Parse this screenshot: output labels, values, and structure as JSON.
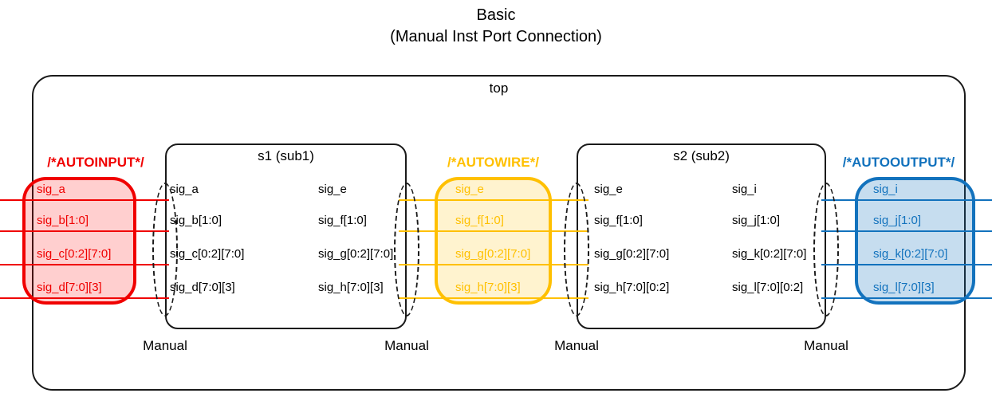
{
  "diagram_title": {
    "line1": "Basic",
    "line2": "(Manual Inst Port Connection)"
  },
  "top_container": {
    "label": "top"
  },
  "modules": [
    {
      "title": "s1 (sub1)",
      "ports_left": [
        "sig_a",
        "sig_b[1:0]",
        "sig_c[0:2][7:0]",
        "sig_d[7:0][3]"
      ],
      "ports_right": [
        "sig_e",
        "sig_f[1:0]",
        "sig_g[0:2][7:0]",
        "sig_h[7:0][3]"
      ]
    },
    {
      "title": "s2 (sub2)",
      "ports_left": [
        "sig_e",
        "sig_f[1:0]",
        "sig_g[0:2][7:0]",
        "sig_h[7:0][0:2]"
      ],
      "ports_right": [
        "sig_i",
        "sig_j[1:0]",
        "sig_k[0:2][7:0]",
        "sig_l[7:0][0:2]"
      ]
    }
  ],
  "auto_blocks": [
    {
      "label": "/*AUTOINPUT*/",
      "accent_color": "#F00000",
      "signals": [
        "sig_a",
        "sig_b[1:0]",
        "sig_c[0:2][7:0]",
        "sig_d[7:0][3]"
      ]
    },
    {
      "label": "/*AUTOWIRE*/",
      "accent_color": "#FFC000",
      "signals": [
        "sig_e",
        "sig_f[1:0]",
        "sig_g[0:2][7:0]",
        "sig_h[7:0][3]"
      ]
    },
    {
      "label": "/*AUTOOUTPUT*/",
      "accent_color": "#1272BD",
      "signals": [
        "sig_i",
        "sig_j[1:0]",
        "sig_k[0:2][7:0]",
        "sig_l[7:0][3]"
      ]
    }
  ],
  "manual_labels": [
    "Manual",
    "Manual",
    "Manual",
    "Manual"
  ],
  "colors": {
    "autoinput": "#F00000",
    "autowire": "#FFC000",
    "autooutput": "#1272BD",
    "outline": "#1A1A1A",
    "background": "#FFFFFF"
  }
}
